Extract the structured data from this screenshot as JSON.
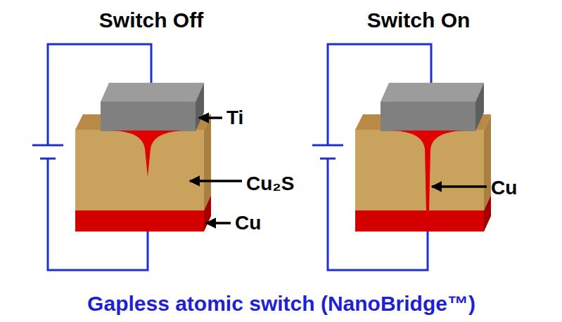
{
  "diagram": {
    "caption": "Gapless atomic switch (NanoBridge™)",
    "labels": [
      "Switch Off",
      "Switch On",
      "Ti",
      "Cu₂S",
      "Cu",
      "Cu"
    ]
  }
}
